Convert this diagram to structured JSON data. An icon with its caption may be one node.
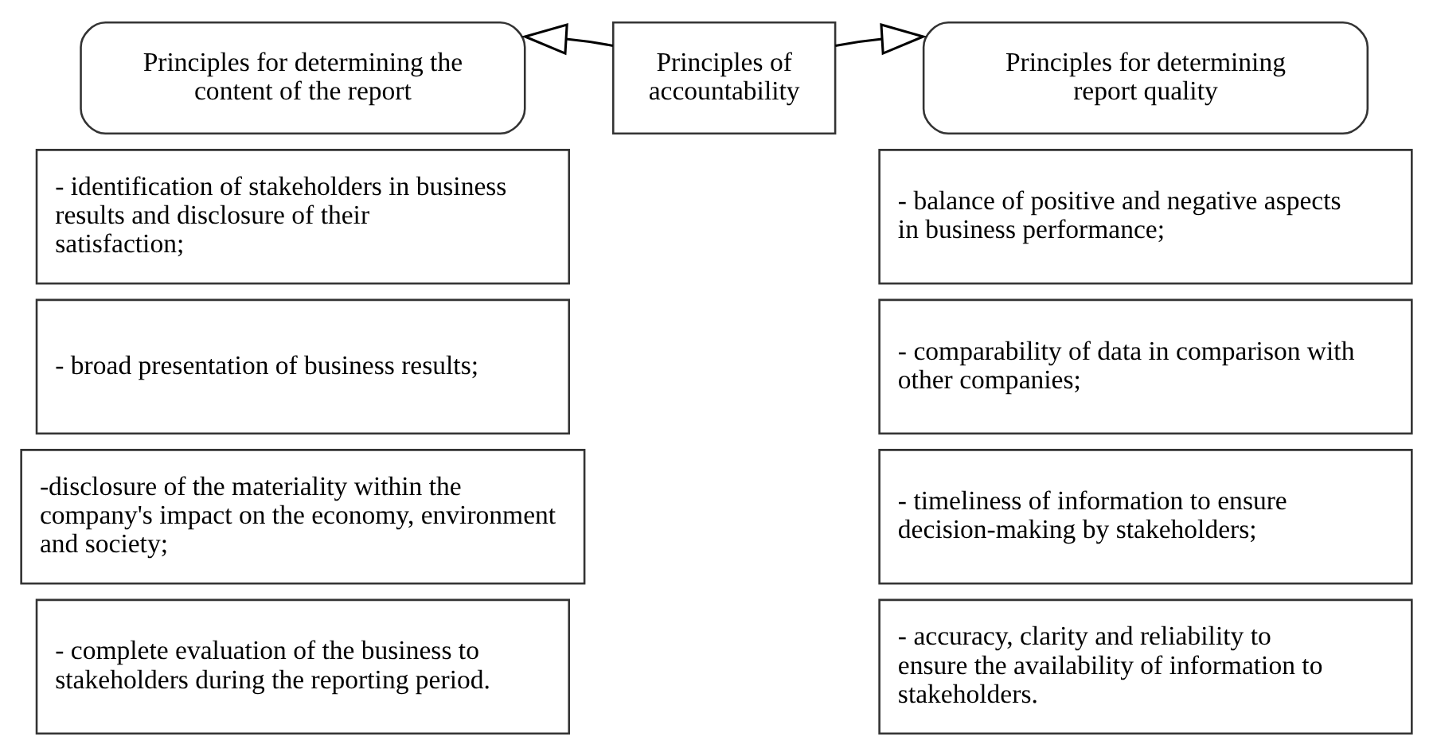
{
  "diagram": {
    "nodes": [
      {
        "text": [
          "Principles for determining the content of the report"
        ]
      },
      {
        "text": [
          "Principles of accountability"
        ]
      },
      {
        "text": [
          "Principles for determining report quality"
        ]
      },
      {
        "text": [
          "- identification of stakeholders in business results and disclosure of their satisfaction;"
        ]
      },
      {
        "text": [
          "- balance of positive and negative aspects in business performance;"
        ]
      },
      {
        "text": [
          "- broad presentation of business results;"
        ]
      },
      {
        "text": [
          "- comparability of data in comparison with other companies;"
        ]
      },
      {
        "text": [
          "-disclosure of the materiality within the company's impact on the economy, environment and society;"
        ]
      },
      {
        "text": [
          "- timeliness of information to ensure decision-making by stakeholders;"
        ]
      },
      {
        "text": [
          "- complete evaluation of the business to stakeholders during the reporting period."
        ]
      },
      {
        "text": [
          "- accuracy, clarity and reliability to ensure the availability of information to stakeholders."
        ]
      }
    ],
    "edges": [
      {
        "from": 1,
        "to": 0,
        "arrow": "to"
      },
      {
        "from": 1,
        "to": 2,
        "arrow": "to"
      }
    ]
  }
}
